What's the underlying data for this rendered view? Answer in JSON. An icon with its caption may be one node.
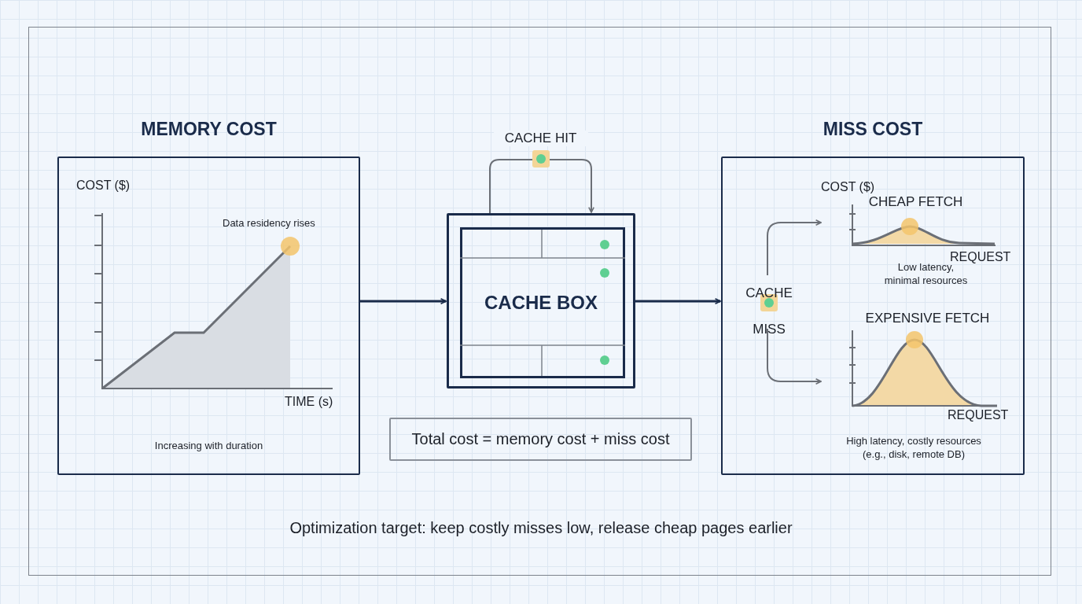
{
  "diagram": {
    "caption": "Optimization target: keep costly misses low, release cheap pages earlier",
    "nodes": [
      {
        "text": [
          "MEMORY COST",
          "Increasing with duration"
        ]
      },
      {
        "text": [
          "CACHE BOX"
        ]
      },
      {
        "text": [
          "MISS COST"
        ]
      },
      {
        "text": [
          "CACHE MISS"
        ],
        "in": 2
      },
      {
        "text": [
          "CHEAP FETCH",
          "Low latency, minimal resources"
        ],
        "in": 2,
        "beside": [
          "COST ($)"
        ]
      },
      {
        "text": [
          "EXPENSIVE FETCH",
          "High latency, costly resources (e.g., disk, remote DB)"
        ],
        "in": 2
      },
      {
        "text": [
          "Total cost = memory cost + miss cost"
        ]
      }
    ],
    "edges": [
      {
        "from": 0,
        "to": 1,
        "arrow": "to"
      },
      {
        "from": 1,
        "to": 2,
        "arrow": "to"
      },
      {
        "from": 1,
        "to": 1,
        "arrow": "to",
        "label": "CACHE HIT",
        "color": "#6b6f76"
      },
      {
        "from": 3,
        "to": 4,
        "arrow": "to",
        "color": "#6b6f76"
      },
      {
        "from": 3,
        "to": 5,
        "arrow": "to",
        "color": "#6b6f76"
      }
    ],
    "labels": [
      "COST ($)",
      "Data residency rises",
      "TIME (s)",
      "REQUEST",
      "REQUEST"
    ]
  }
}
